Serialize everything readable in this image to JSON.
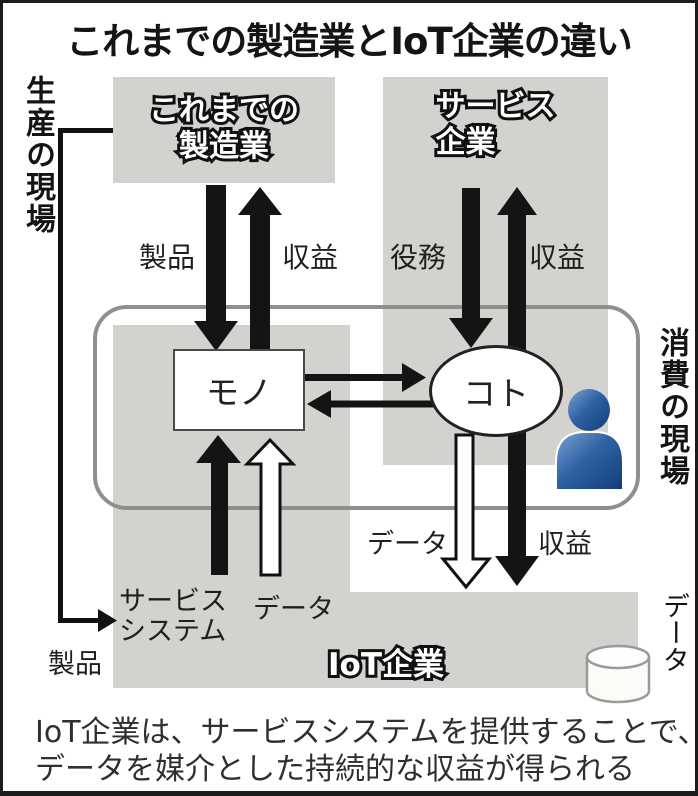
{
  "title": "これまでの製造業とIoT企業の違い",
  "left_side_label": "生産の現場",
  "right_side_label": "消費の現場",
  "boxes": {
    "traditional": {
      "line1": "これまでの",
      "line2": "製造業"
    },
    "service": {
      "line1": "サービス",
      "line2": "企業"
    },
    "iot": {
      "label": "IoT企業"
    }
  },
  "nodes": {
    "mono": "モノ",
    "koto": "コト"
  },
  "labels": {
    "product_top": "製品",
    "revenue_top_left": "収益",
    "duty": "役務",
    "revenue_top_right": "収益",
    "data_down": "データ",
    "revenue_bottom": "収益",
    "service_system_line1": "サービス",
    "service_system_line2": "システム",
    "data_up": "データ",
    "product_bottom": "製品",
    "database": "データ"
  },
  "caption": {
    "line1": "IoT企業は、サービスシステムを提供することで、",
    "line2": "データを媒介とした持続的な収益が得られる"
  },
  "icons": {
    "person": "person-icon",
    "database": "database-cylinder-icon"
  },
  "colors": {
    "box_gray": "#d4d2cf",
    "rounded_border_gray": "#8f8f8f",
    "arrow_black": "#141414",
    "person_blue": "#1d4f93",
    "background": "#ffffff",
    "frame_border": "#1c1c1c"
  }
}
